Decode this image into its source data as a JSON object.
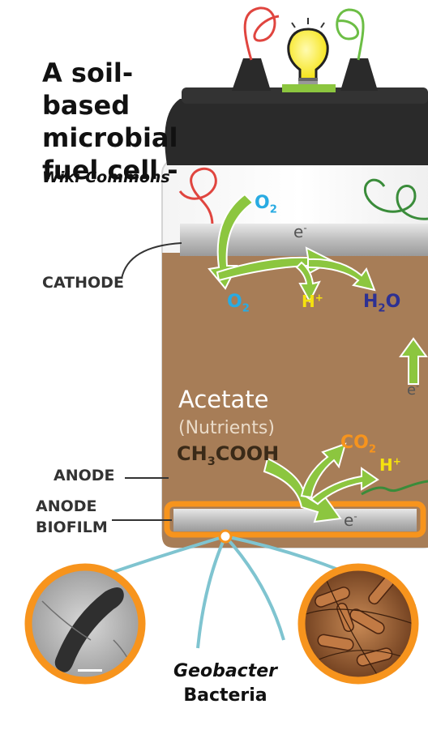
{
  "title": "A soil-based microbial fuel cell -",
  "credit": "Wiki Commons",
  "labels": {
    "cathode": "CATHODE",
    "anode": "ANODE",
    "anode_biofilm_1": "ANODE",
    "anode_biofilm_2": "BIOFILM"
  },
  "chem": {
    "o2_top": {
      "base": "O",
      "sub": "2"
    },
    "o2_mid": {
      "base": "O",
      "sub": "2"
    },
    "h_plus_top": {
      "base": "H",
      "sup": "+"
    },
    "h2o": {
      "base": "H",
      "sub": "2",
      "tail": "O"
    },
    "co2": {
      "base": "CO",
      "sub": "2"
    },
    "h_plus_bottom": {
      "base": "H",
      "sup": "+"
    },
    "e_cathode": {
      "base": "e",
      "sup": "-"
    },
    "e_anode": {
      "base": "e",
      "sup": "-"
    },
    "e_side": {
      "base": "e",
      "sup": "-"
    }
  },
  "acetate": "Acetate",
  "nutrients": "(Nutrients)",
  "acetic_acid": {
    "a": "CH",
    "sub": "3",
    "b": "COOH"
  },
  "bacteria": {
    "line1": "Geobacter",
    "line2": "Bacteria"
  },
  "colors": {
    "soil": "#a77d57",
    "lid": "#2a2a2a",
    "arrow": "#8cc63f",
    "orange": "#f7941d",
    "cyan": "#29abe2",
    "yellow": "#f5e20e",
    "navy": "#2e3192",
    "teal": "#7fc4d0"
  }
}
